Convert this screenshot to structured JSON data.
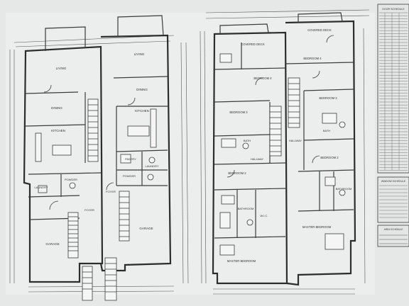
{
  "sheet": {
    "background": "#e9ebea",
    "line_color": "#2b2d2e",
    "schedule_header": "DOOR SCHEDULE",
    "window_schedule_header": "WINDOW SCHEDULE",
    "area_header": "AREA SCHEDULE"
  },
  "first_floor": {
    "unit_a": [
      "LIVING",
      "DINING",
      "KITCHEN",
      "LAUNDRY",
      "POWDER",
      "FOYER",
      "GARAGE"
    ],
    "unit_b": [
      "LIVING",
      "DINING",
      "KITCHEN",
      "PANTRY",
      "LAUNDRY",
      "POWDER",
      "FOYER",
      "GARAGE"
    ]
  },
  "second_floor": {
    "unit_a": [
      "COVERED DECK",
      "BEDROOM 4",
      "BEDROOM 3",
      "BATH",
      "HALLWAY",
      "BEDROOM 2",
      "BATHROOM",
      "W.I.C.",
      "MASTER BEDROOM"
    ],
    "unit_b": [
      "COVERED DECK",
      "BEDROOM 4",
      "BEDROOM 3",
      "HALLWAY",
      "BATH",
      "BEDROOM 2",
      "BATHROOM",
      "MASTER BEDROOM"
    ]
  }
}
